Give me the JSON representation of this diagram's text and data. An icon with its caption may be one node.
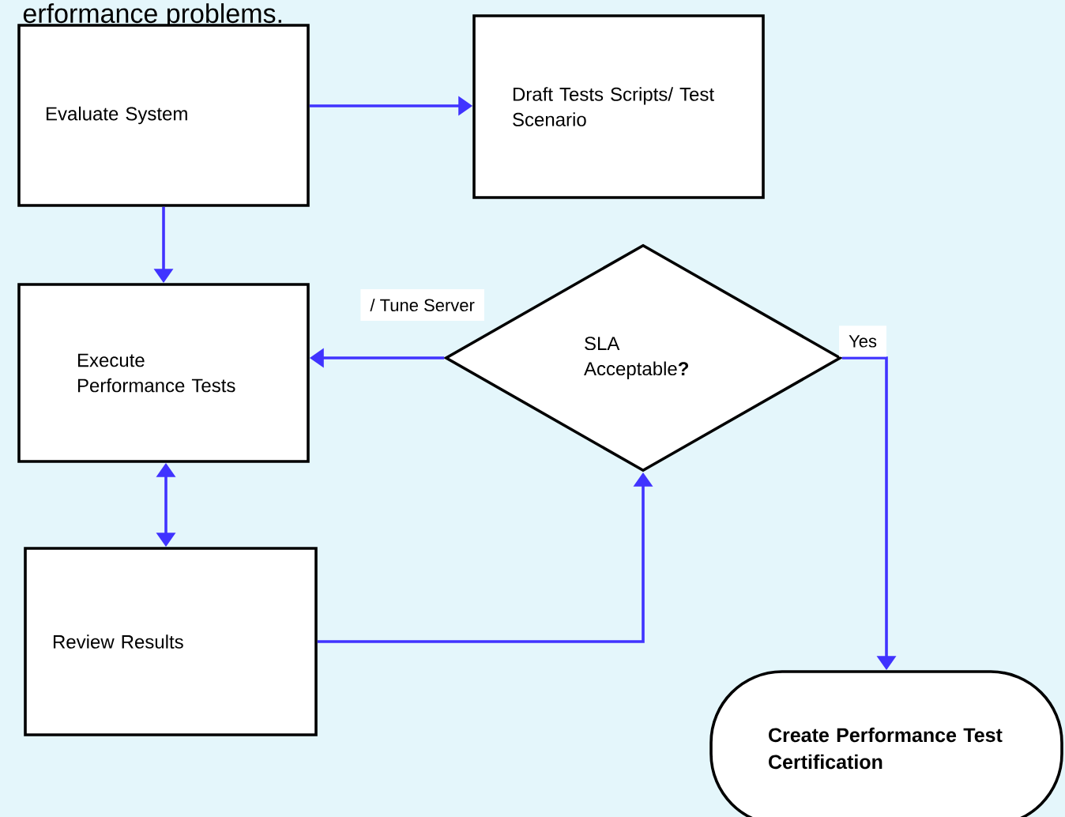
{
  "diagram": {
    "nodes": [
      {
        "text": [
          "Evaluate System"
        ]
      },
      {
        "text": [
          "Draft Tests Scripts/ Test Scenario"
        ]
      },
      {
        "text": [
          "Execute Performance Tests"
        ]
      },
      {
        "text": [
          "SLA Acceptable**?**"
        ]
      },
      {
        "text": [
          "Review Results"
        ]
      },
      {
        "text": [
          "Create Performance Test Certification"
        ]
      }
    ],
    "edges": [
      {
        "from": 0,
        "to": 1,
        "arrow": "to"
      },
      {
        "from": 0,
        "to": 2,
        "arrow": "to"
      },
      {
        "from": 3,
        "to": 2,
        "arrow": "to",
        "label": "/ Tune Server"
      },
      {
        "from": 2,
        "to": 4,
        "arrow": "both"
      },
      {
        "from": 4,
        "to": 3,
        "arrow": "to"
      },
      {
        "from": 3,
        "to": 5,
        "arrow": "to",
        "label": "Yes"
      }
    ],
    "labels": [
      "erformance problems."
    ]
  }
}
